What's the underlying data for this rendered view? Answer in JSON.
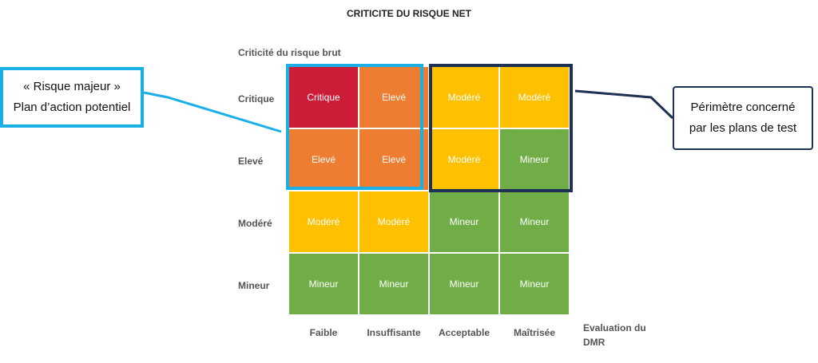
{
  "title": "CRITICITE DU RISQUE NET",
  "y_axis_title": "Criticité du risque brut",
  "x_axis_title_line1": "Evaluation du",
  "x_axis_title_line2": "DMR",
  "rows": [
    {
      "label": "Critique",
      "cells": [
        "Critique",
        "Elevé",
        "Modéré",
        "Modéré"
      ]
    },
    {
      "label": "Elevé",
      "cells": [
        "Elevé",
        "Elevé",
        "Modéré",
        "Mineur"
      ]
    },
    {
      "label": "Modéré",
      "cells": [
        "Modéré",
        "Modéré",
        "Mineur",
        "Mineur"
      ]
    },
    {
      "label": "Mineur",
      "cells": [
        "Mineur",
        "Mineur",
        "Mineur",
        "Mineur"
      ]
    }
  ],
  "columns": [
    "Faible",
    "Insuffisante",
    "Acceptable",
    "Maîtrisée"
  ],
  "callout_left": {
    "line1": "« Risque majeur »",
    "line2": "Plan d’action potentiel"
  },
  "callout_right": {
    "line1": "Périmètre concerné",
    "line2": "par les plans de test"
  },
  "colors": {
    "critique": "#cd1c37",
    "eleve": "#ed7d31",
    "modere": "#ffc000",
    "mineur": "#70ad47",
    "cyan_frame": "#1ab0e6",
    "navy_frame": "#1f3055"
  }
}
